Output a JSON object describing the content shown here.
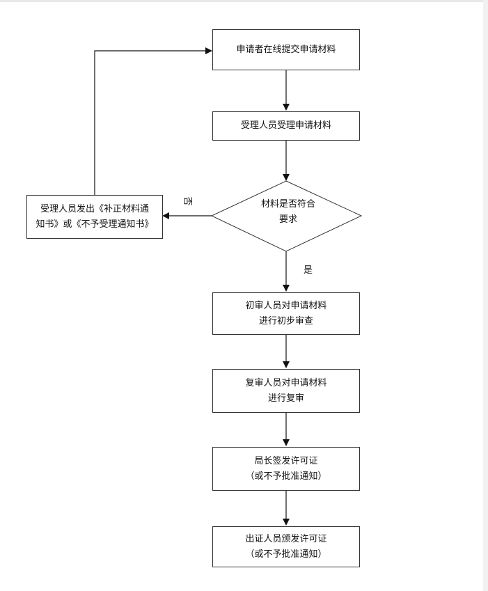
{
  "flowchart": {
    "nodes": {
      "submit": {
        "lines": [
          "申请者在线提交申请材料"
        ]
      },
      "accept": {
        "lines": [
          "受理人员受理申请材料"
        ]
      },
      "decision": {
        "lines": [
          "材料是否符合",
          "要求"
        ]
      },
      "reject_notice": {
        "lines": [
          "受理人员发出《补正材料通",
          "知书》或《不予受理通知书》"
        ]
      },
      "initial_review": {
        "lines": [
          "初审人员对申请材料",
          "进行初步审查"
        ]
      },
      "second_review": {
        "lines": [
          "复审人员对申请材料",
          "进行复审"
        ]
      },
      "director_issue": {
        "lines": [
          "局长签发许可证",
          "（或不予批准通知）"
        ]
      },
      "certificate_issue": {
        "lines": [
          "出证人员颁发许可证",
          "（或不予批准通知）"
        ]
      }
    },
    "edges": {
      "no_label": "否",
      "yes_label": "是"
    }
  }
}
